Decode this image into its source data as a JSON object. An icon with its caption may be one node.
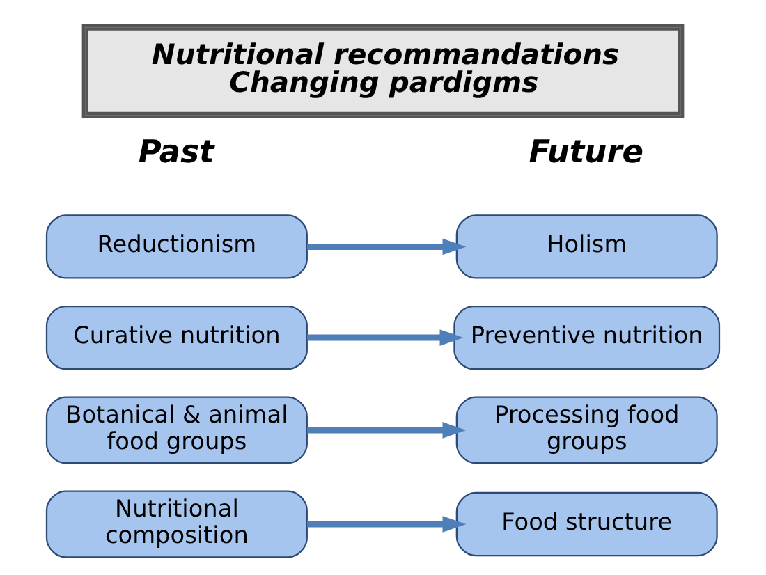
{
  "diagram": {
    "title": "Nutritional recommandations Changing pardigms",
    "nodes": [
      {
        "text": [
          "Reductionism"
        ]
      },
      {
        "text": [
          "Curative nutrition"
        ]
      },
      {
        "text": [
          "Botanical & animal food groups"
        ]
      },
      {
        "text": [
          "Nutritional composition"
        ]
      },
      {
        "text": [
          "Holism"
        ]
      },
      {
        "text": [
          "Preventive nutrition"
        ]
      },
      {
        "text": [
          "Processing food groups"
        ]
      },
      {
        "text": [
          "Food structure"
        ]
      }
    ],
    "edges": [
      {
        "from": 0,
        "to": 4,
        "arrow": "to"
      },
      {
        "from": 1,
        "to": 5,
        "arrow": "to"
      },
      {
        "from": 2,
        "to": 6,
        "arrow": "to"
      },
      {
        "from": 3,
        "to": 7,
        "arrow": "to"
      }
    ],
    "labels": [
      "Past",
      "Future"
    ]
  }
}
